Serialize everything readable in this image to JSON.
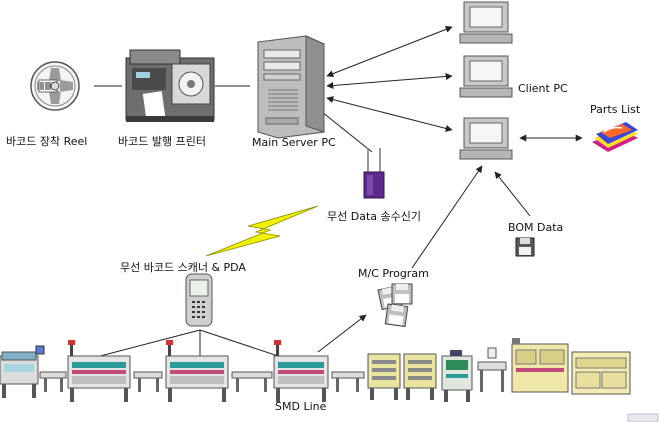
{
  "labels": {
    "reel": "바코드 장착 Reel",
    "printer": "바코드 발행 프린터",
    "server": "Main Server PC",
    "client_pc": "Client PC",
    "parts_list": "Parts List",
    "wireless_tx": "무선 Data 송수신기",
    "bom_data": "BOM Data",
    "scanner": "무선 바코드 스캐너 & PDA",
    "mc_program": "M/C Program",
    "smd_line": "SMD Line"
  },
  "icons": {
    "reel": "film-reel-icon",
    "printer": "barcode-printer-icon",
    "server": "server-tower-icon",
    "client": "desktop-computer-icon",
    "parts": "book-stack-icon",
    "antenna": "wireless-antenna-icon",
    "signal": "lightning-bolt-icon",
    "scanner": "handheld-scanner-icon",
    "disk": "floppy-disk-icon",
    "machine": "smd-machine-icon"
  },
  "colors": {
    "line": "#222222",
    "lightning": "#e8e800",
    "antenna": "#5b2a8a",
    "pc_body": "#c8c8c8",
    "conveyor": "#2c9a9a",
    "magenta_strip": "#c04a7a"
  }
}
